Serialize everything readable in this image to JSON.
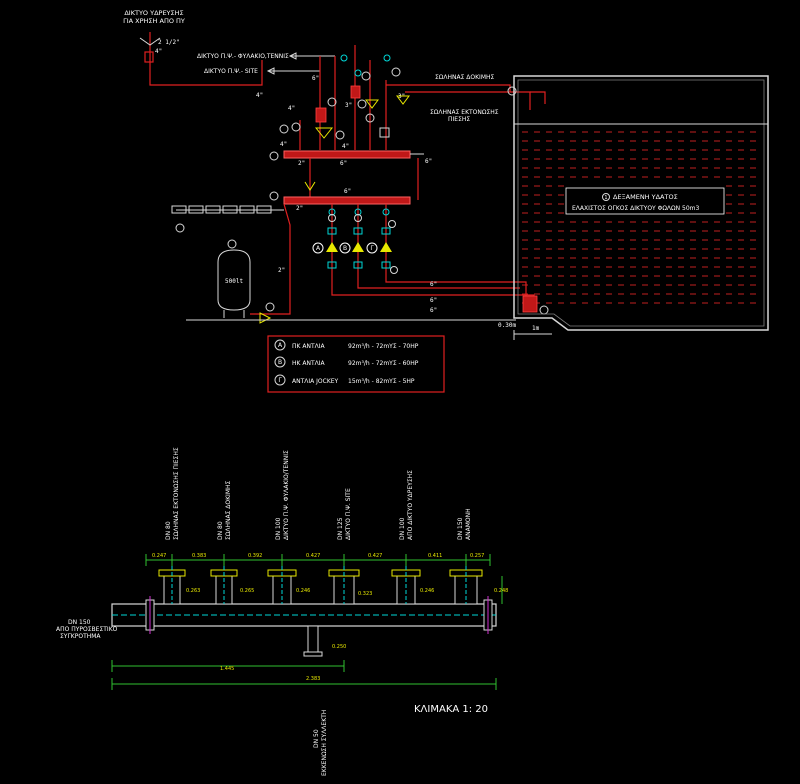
{
  "top_labels": {
    "water_net_1": "ΔΙΚΤΥΟ ΥΔΡΕΥΣΗΣ",
    "water_net_2": "ΓΙΑ ΧΡΗΣΗ ΑΠΟ ΠΥ",
    "net_pp_tennis": "ΔΙΚΤΥΟ Π.Ψ.- ΦΥΛΑΚΙΟ,ΤΕΝΝΙΣ",
    "net_pp_site": "ΔΙΚΤΥΟ Π.Ψ.- SITE",
    "test_line": "ΣΩΛΗΝΑΣ ΔΟΚΙΜΗΣ",
    "relief_line_1": "ΣΩΛΗΝΑΣ ΕΚΤΟΝΩΣΗΣ",
    "relief_line_2": "ΠΙΕΣΗΣ",
    "tank_size": "500lt",
    "sizes": [
      "2 1/2\"",
      "4\"",
      "4\"",
      "6\"",
      "4\"",
      "3\"",
      "3\"",
      "4\"",
      "4\"",
      "6\"",
      "2\"",
      "6\"",
      "6\"",
      "2\"",
      "2\"",
      "6\"",
      "6\"",
      "6\""
    ],
    "level": "0.30m",
    "level2": "1m"
  },
  "reservoir": {
    "number": "1",
    "title": "ΔΕΞΑΜΕΝΗ ΥΔΑΤΟΣ",
    "subtitle": "ΕΛΑΧΙΣΤΟΣ ΟΓΚΟΣ ΔΙΚΤΥΟΥ ΦΩΛΩΝ 50m3"
  },
  "pump_legend": [
    {
      "symbol": "A",
      "name": "ΠΚ ΑΝΤΛΙΑ",
      "spec": "92m³/h - 72mΥΣ - 70HP"
    },
    {
      "symbol": "B",
      "name": "ΗΚ ΑΝΤΛΙΑ",
      "spec": "92m³/h - 72mΥΣ - 60HP"
    },
    {
      "symbol": "Γ",
      "name": "ΑΝΤΛΙΑ JOCKEY",
      "spec": "15m³/h - 82mΥΣ - 5HP"
    }
  ],
  "manifold": {
    "branches": [
      {
        "dn": "DN 80",
        "desc": "ΣΩΛΗΝΑΣ ΕΚΤΟΝΩΣΗΣ ΠΙΕΣΗΣ"
      },
      {
        "dn": "DN 80",
        "desc": "ΣΩΛΗΝΑΣ ΔΟΚΙΜΗΣ"
      },
      {
        "dn": "DN 100",
        "desc": "ΔΙΚΤΥΟ Π.Ψ. ΦΥΛΑΚΙΟ/ΤΕΝΝΙΣ"
      },
      {
        "dn": "DN 125",
        "desc": "ΔΙΚΤΥΟ Π.Ψ. SITE"
      },
      {
        "dn": "DN 100",
        "desc": "ΑΠΟ ΔΙΚΤΥΟ ΥΔΡΕΥΣΗΣ"
      },
      {
        "dn": "DN 150",
        "desc": "ΑΝΑΜΟΝΗ"
      }
    ],
    "inlet_dn": "DN 150",
    "inlet_1": "ΑΠΟ ΠΥΡΟΣΒΕΣΤΙΚΟ",
    "inlet_2": "ΣΥΓΚΡΟΤΗΜΑ",
    "drain_dn": "DN 50",
    "drain_desc": "ΕΚΚΕΝΩΣΗ ΣΥΛΛΕΚΤΗ",
    "dims_top": [
      "0.247",
      "0.383",
      "0.392",
      "0.427",
      "0.427",
      "0.411",
      "0.257"
    ],
    "dims_branch": [
      "0.263",
      "0.265",
      "0.246",
      "0.323",
      "0.246"
    ],
    "dim_right": "0.248",
    "dim_drain": "0.250",
    "dim_total_1": "1.445",
    "dim_total_2": "2.383",
    "scale": "ΚΛΙΜΑΚΑ 1: 20"
  }
}
